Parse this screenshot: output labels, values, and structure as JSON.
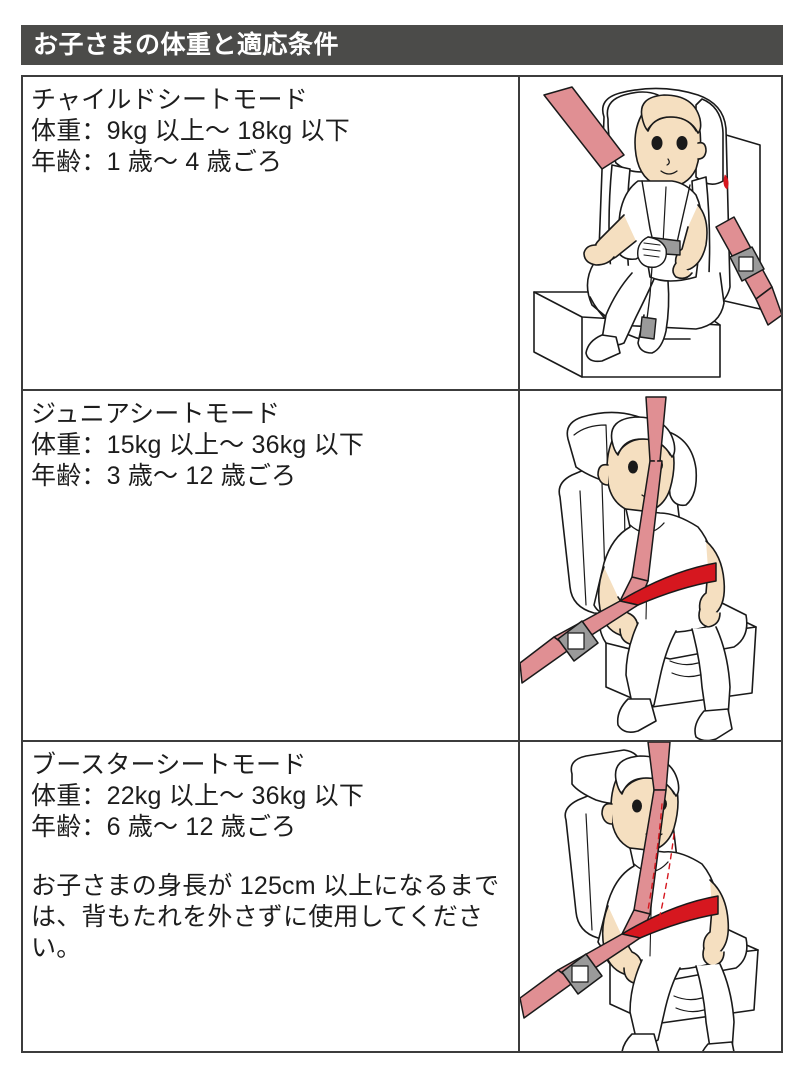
{
  "header": {
    "title": "お子さまの体重と適応条件"
  },
  "colors": {
    "header_bar": "#4b4b49",
    "border": "#3c3c3c",
    "text": "#1d1d1d",
    "seatbelt_pink": "#e08f93",
    "seatbelt_red": "#d6171f",
    "harness_gray": "#9a9a9a",
    "skin": "#f5dfc0",
    "outline": "#1a1a1a",
    "seat_fill": "#ffffff",
    "page_background": "#ffffff"
  },
  "rows": [
    {
      "mode": "チャイルドシートモード",
      "weight": "体重：9kg 以上〜 18kg 以下",
      "age": "年齢：1 歳〜 4 歳ごろ",
      "note": "",
      "illustration": "child-seat-mode-illustration"
    },
    {
      "mode": "ジュニアシートモード",
      "weight": "体重：15kg 以上〜 36kg 以下",
      "age": "年齢：3 歳〜 12 歳ごろ",
      "note": "",
      "illustration": "junior-seat-mode-illustration"
    },
    {
      "mode": "ブースターシートモード",
      "weight": "体重：22kg 以上〜 36kg 以下",
      "age": "年齢：6 歳〜 12 歳ごろ",
      "note": "お子さまの身長が 125cm 以上になるまでは、背もたれを外さずに使用してください。",
      "illustration": "booster-seat-mode-illustration"
    }
  ]
}
